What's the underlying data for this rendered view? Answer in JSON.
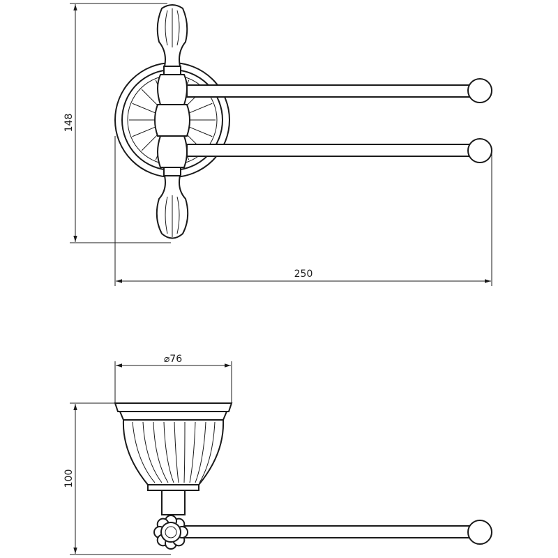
{
  "dimensions": {
    "height_top": "148",
    "width_top": "250",
    "diameter_base": "⌀76",
    "height_side": "100"
  },
  "colors": {
    "line": "#1a1a1a",
    "background": "#ffffff"
  }
}
